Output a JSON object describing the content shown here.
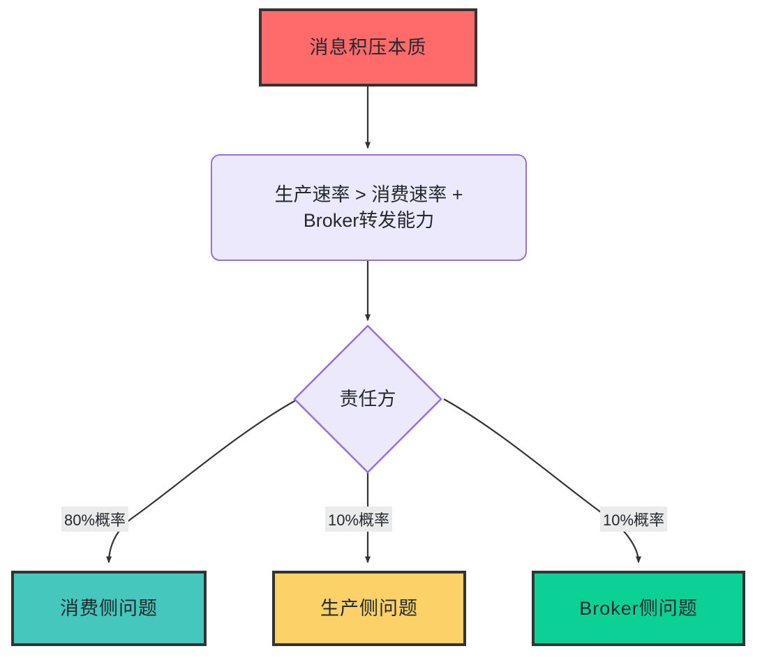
{
  "diagram": {
    "type": "flowchart",
    "direction": "top-down",
    "background_color": "#ffffff",
    "nodes": [
      {
        "id": "root",
        "label": "消息积压本质",
        "shape": "rectangle",
        "fill": "#ff6b6b",
        "stroke": "#333333",
        "text_color": "#24292e"
      },
      {
        "id": "condition",
        "label": "生产速率 > 消费速率 +\nBroker转发能力",
        "line1": "生产速率 > 消费速率 +",
        "line2": "Broker转发能力",
        "shape": "rounded-rectangle",
        "fill": "#ece9fc",
        "stroke": "#9370db",
        "text_color": "#24292e"
      },
      {
        "id": "decision",
        "label": "责任方",
        "shape": "diamond",
        "fill": "#ece9fc",
        "stroke": "#9370db",
        "text_color": "#24292e"
      },
      {
        "id": "consumer",
        "label": "消费侧问题",
        "shape": "rectangle",
        "fill": "#45c7bd",
        "stroke": "#333333",
        "text_color": "#24292e"
      },
      {
        "id": "producer",
        "label": "生产侧问题",
        "shape": "rectangle",
        "fill": "#fbd168",
        "stroke": "#333333",
        "text_color": "#24292e"
      },
      {
        "id": "broker",
        "label": "Broker侧问题",
        "shape": "rectangle",
        "fill": "#0bd196",
        "stroke": "#333333",
        "text_color": "#24292e"
      }
    ],
    "edges": [
      {
        "from": "root",
        "to": "condition",
        "label": "",
        "style": "straight-arrow"
      },
      {
        "from": "condition",
        "to": "decision",
        "label": "",
        "style": "straight-arrow"
      },
      {
        "from": "decision",
        "to": "consumer",
        "label": "80%概率",
        "style": "curved-arrow"
      },
      {
        "from": "decision",
        "to": "producer",
        "label": "10%概率",
        "style": "straight-arrow"
      },
      {
        "from": "decision",
        "to": "broker",
        "label": "10%概率",
        "style": "curved-arrow"
      }
    ],
    "edge_label_background": "#ebebeb",
    "edge_stroke": "#333333"
  }
}
